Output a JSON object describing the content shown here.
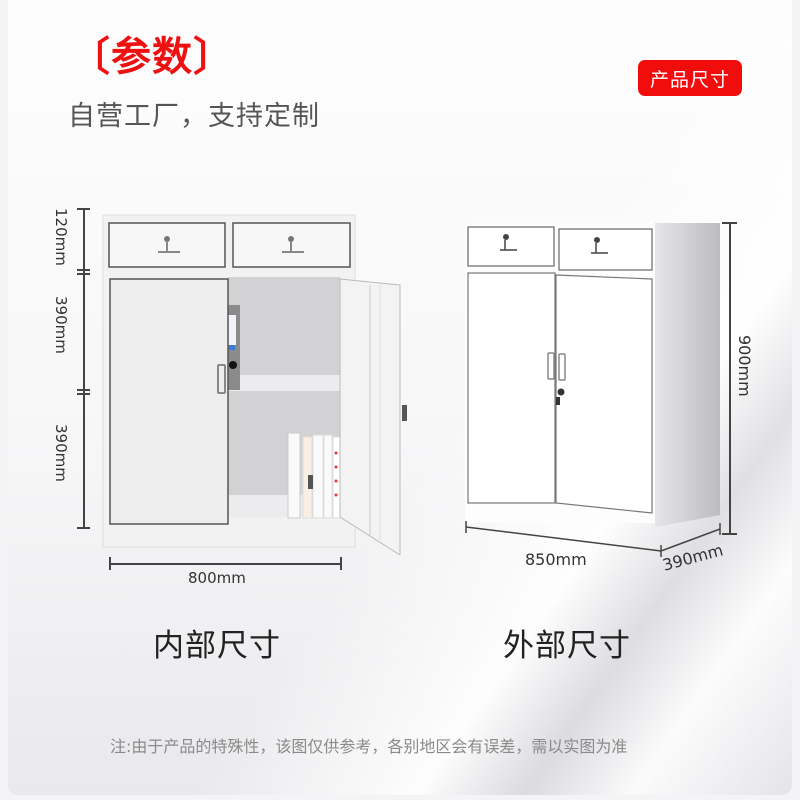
{
  "header": {
    "title": "〔参数〕",
    "subtitle": "自营工厂，支持定制",
    "badge": "产品尺寸"
  },
  "inner": {
    "label": "内部尺寸",
    "dimensions": {
      "drawer_height": "120mm",
      "upper_height": "390mm",
      "lower_height": "390mm",
      "width": "800mm"
    }
  },
  "outer": {
    "label": "外部尺寸",
    "dimensions": {
      "height": "900mm",
      "width": "850mm",
      "depth": "390mm"
    }
  },
  "footer": {
    "note": "注:由于产品的特殊性，该图仅供参考，各别地区会有误差，需以实图为准"
  },
  "colors": {
    "accent": "#ee1111",
    "badge_bg": "#f20d0d",
    "text_dark": "#222222",
    "text_gray": "#8a8a8a"
  }
}
